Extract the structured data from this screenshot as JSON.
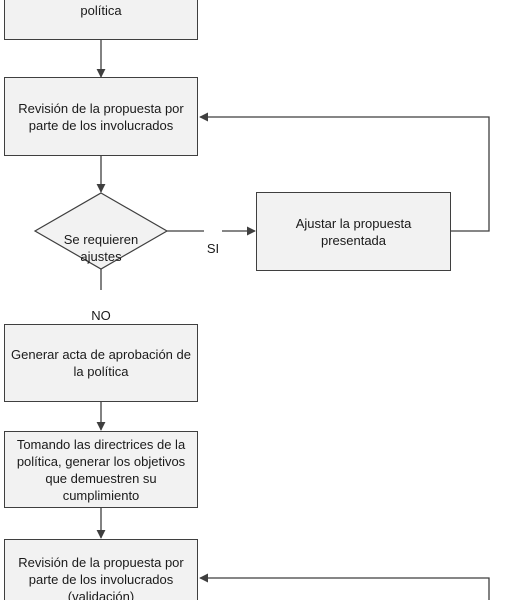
{
  "flowchart": {
    "nodes": {
      "top_partial": "política",
      "review_1": "Revisión de la propuesta por\nparte de los involucrados",
      "decision": "Se requieren\najustes",
      "adjust": "Ajustar la propuesta\npresentada",
      "approval": "Generar acta de aprobación de\nla política",
      "objectives": "Tomando las directrices de la\npolítica, generar los objetivos\nque demuestren su\ncumplimiento",
      "review_2": "Revisión de la propuesta por\nparte de los involucrados\n(validación)"
    },
    "edge_labels": {
      "yes": "SI",
      "no": "NO"
    }
  }
}
